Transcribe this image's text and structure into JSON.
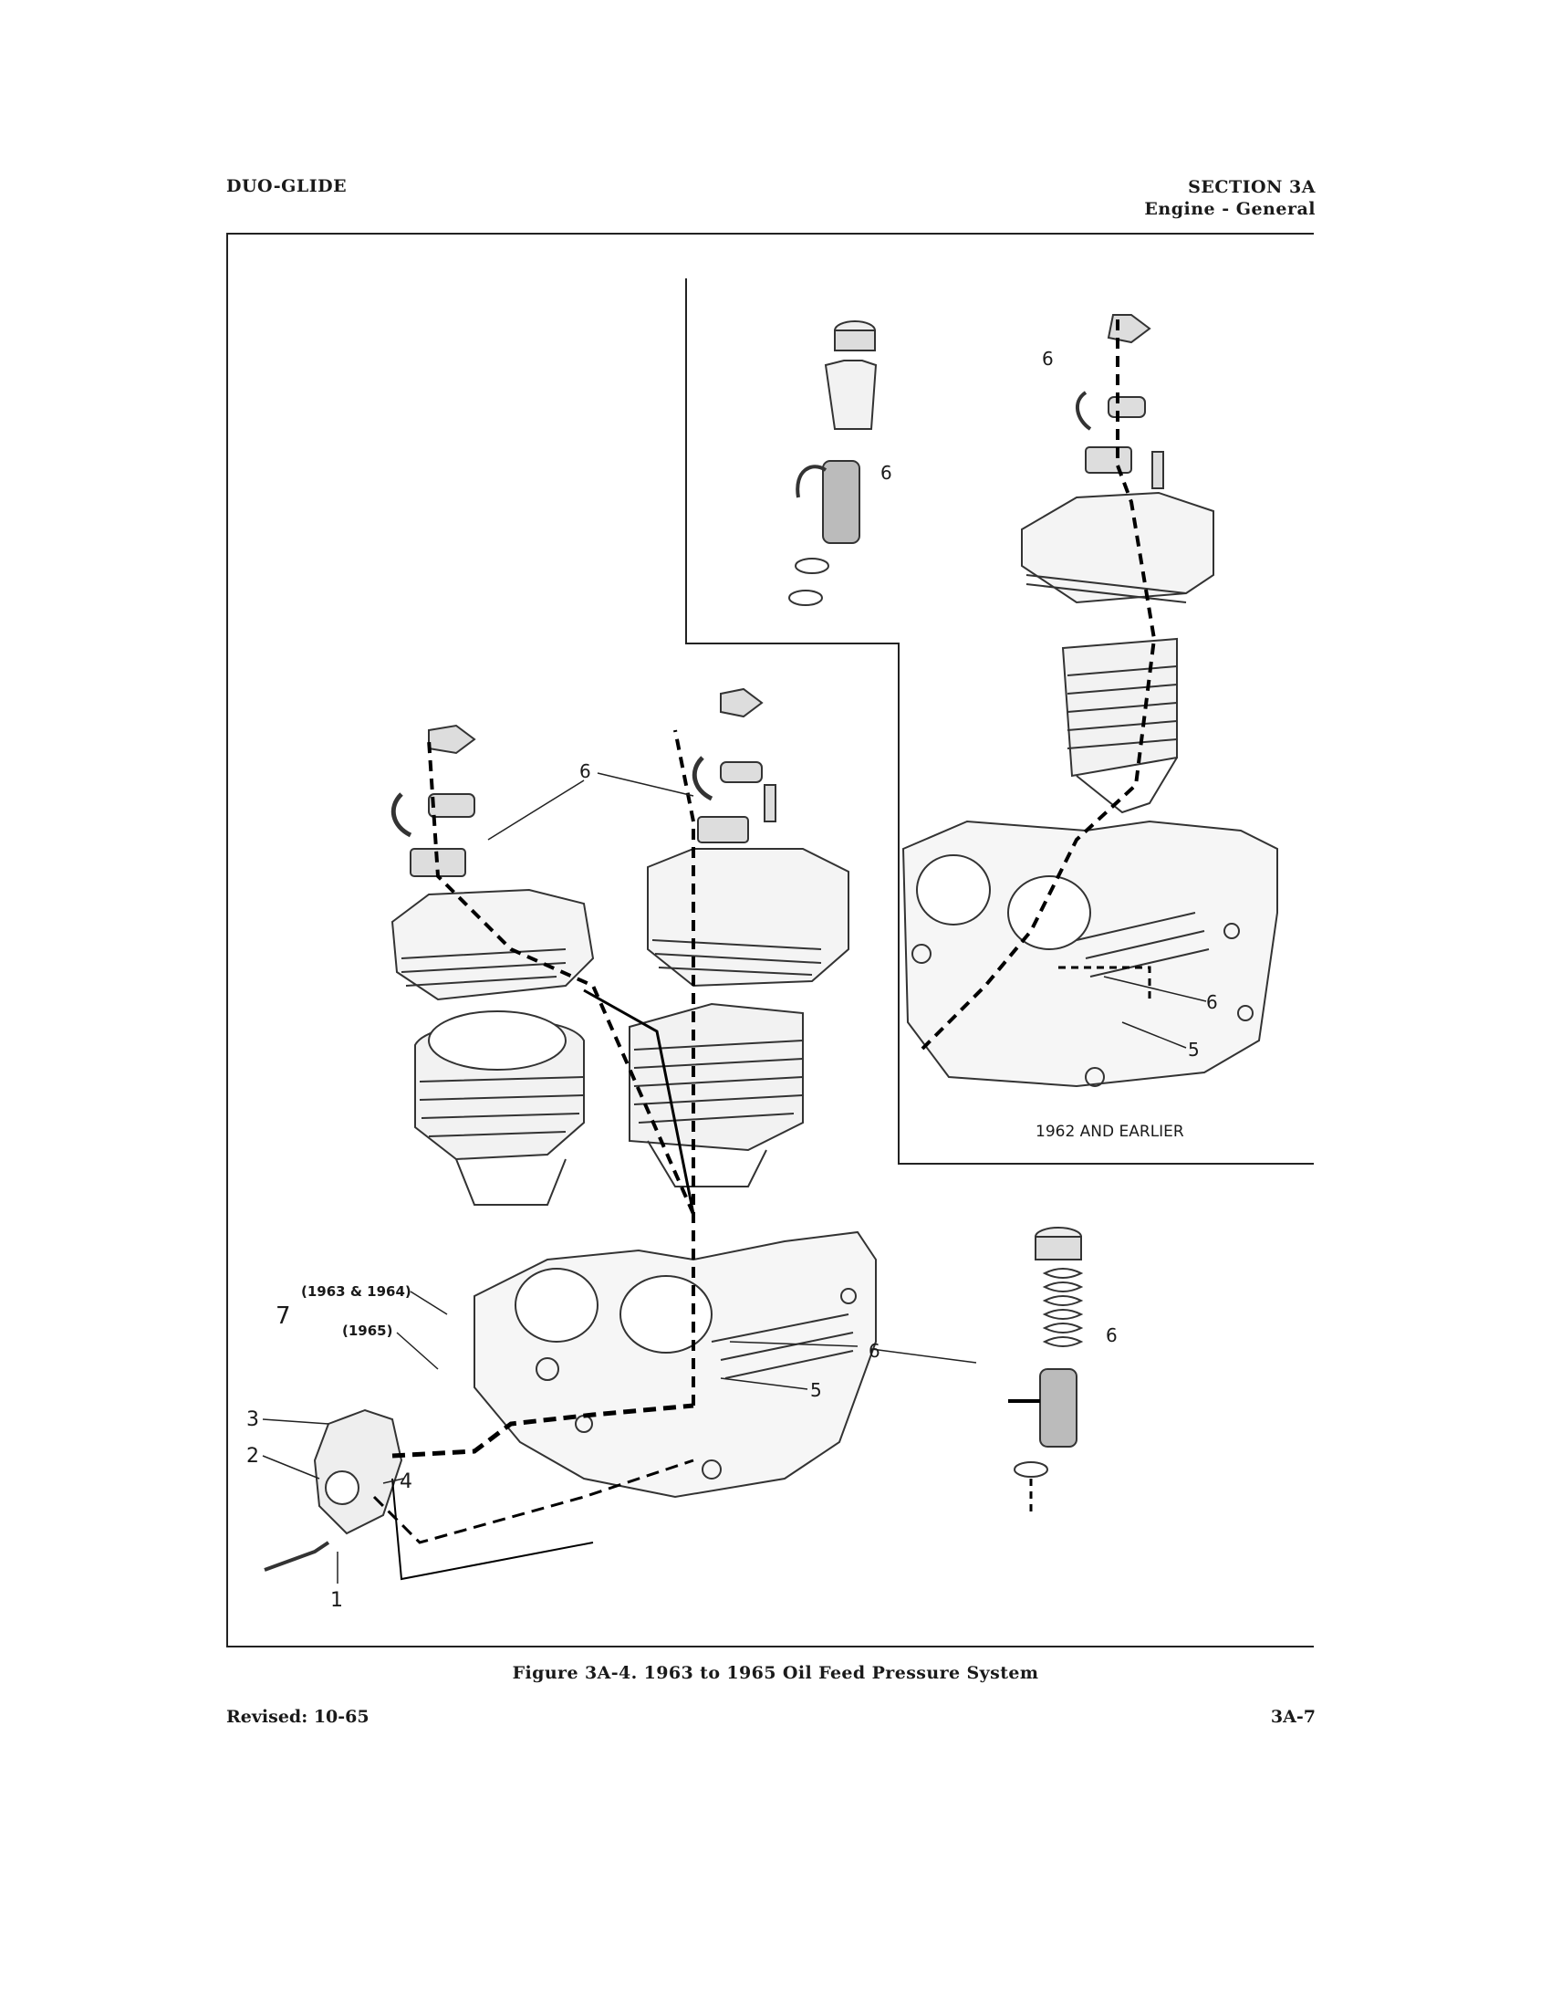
{
  "header": {
    "left": "DUO-GLIDE",
    "right_line1": "SECTION 3A",
    "right_line2": "Engine - General"
  },
  "figure": {
    "inset_label": "1962 AND EARLIER",
    "callouts": {
      "n1": "1",
      "n2": "2",
      "n3": "3",
      "n4": "4",
      "n5": "5",
      "n6": "6",
      "n7": "7",
      "year_1963_1964": "(1963 & 1964)",
      "year_1965": "(1965)"
    }
  },
  "caption": "Figure 3A-4. 1963 to 1965 Oil Feed Pressure System",
  "footer": {
    "left": "Revised: 10-65",
    "right": "3A-7"
  }
}
